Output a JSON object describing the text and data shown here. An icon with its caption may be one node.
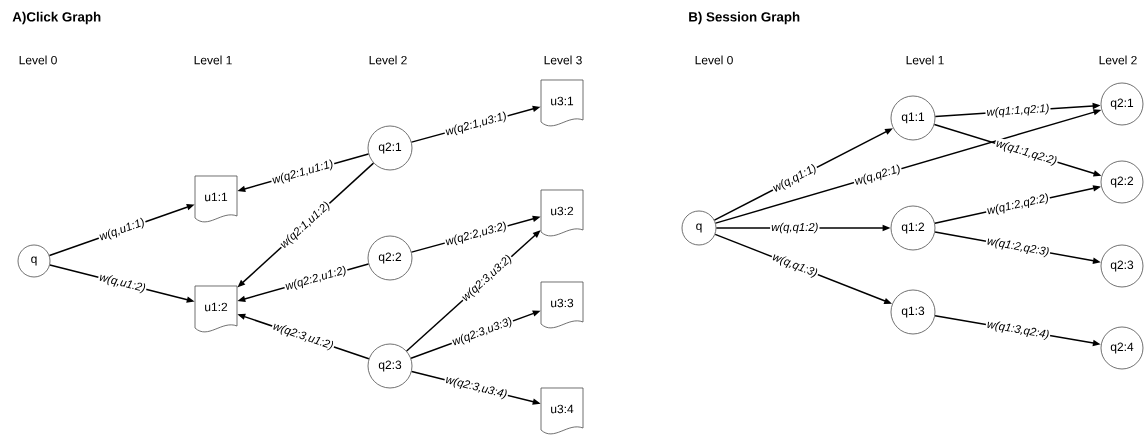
{
  "diagram": {
    "nodes": [
      {
        "text": [
          "q"
        ]
      },
      {
        "text": [
          "u1:1"
        ]
      },
      {
        "text": [
          "u1:2"
        ]
      },
      {
        "text": [
          "q2:1"
        ]
      },
      {
        "text": [
          "q2:2"
        ]
      },
      {
        "text": [
          "q2:3"
        ]
      },
      {
        "text": [
          "u3:1"
        ]
      },
      {
        "text": [
          "u3:2"
        ]
      },
      {
        "text": [
          "u3:3"
        ]
      },
      {
        "text": [
          "u3:4"
        ]
      },
      {
        "text": [
          "q"
        ]
      },
      {
        "text": [
          "q1:1"
        ]
      },
      {
        "text": [
          "q1:2"
        ]
      },
      {
        "text": [
          "q1:3"
        ]
      },
      {
        "text": [
          "q2:1"
        ]
      },
      {
        "text": [
          "q2:2"
        ]
      },
      {
        "text": [
          "q2:3"
        ]
      },
      {
        "text": [
          "q2:4"
        ]
      }
    ],
    "edges": [
      {
        "from": 0,
        "to": 1,
        "arrow": "to",
        "label": "w(q,u1:1)"
      },
      {
        "from": 0,
        "to": 2,
        "arrow": "to",
        "label": "w(q,u1:2)"
      },
      {
        "from": 3,
        "to": 1,
        "arrow": "to",
        "label": "w(q2:1,u1:1)"
      },
      {
        "from": 3,
        "to": 2,
        "arrow": "to",
        "label": "w(q2:1,u1:2)"
      },
      {
        "from": 4,
        "to": 2,
        "arrow": "to",
        "label": "w(q2:2,u1:2)"
      },
      {
        "from": 5,
        "to": 2,
        "arrow": "to",
        "label": "w(q2:3,u1:2)"
      },
      {
        "from": 3,
        "to": 6,
        "arrow": "to",
        "label": "w(q2:1,u3:1)"
      },
      {
        "from": 4,
        "to": 7,
        "arrow": "to",
        "label": "w(q2:2,u3:2)"
      },
      {
        "from": 5,
        "to": 7,
        "arrow": "to",
        "label": "w(q2:3,u3:2)"
      },
      {
        "from": 5,
        "to": 8,
        "arrow": "to",
        "label": "w(q2:3,u3:3)"
      },
      {
        "from": 5,
        "to": 9,
        "arrow": "to",
        "label": "w(q2:3,u3:4)"
      },
      {
        "from": 10,
        "to": 11,
        "arrow": "to",
        "label": "w(q,q1:1)"
      },
      {
        "from": 10,
        "to": 14,
        "arrow": "to",
        "label": "w(q,q2:1)"
      },
      {
        "from": 10,
        "to": 12,
        "arrow": "to",
        "label": "w(q,q1:2)"
      },
      {
        "from": 10,
        "to": 13,
        "arrow": "to",
        "label": "w(q,q1:3)"
      },
      {
        "from": 11,
        "to": 14,
        "arrow": "to",
        "label": "w(q1:1,q2:1)"
      },
      {
        "from": 11,
        "to": 15,
        "arrow": "to",
        "label": "w(q1:1,q2:2)"
      },
      {
        "from": 12,
        "to": 15,
        "arrow": "to",
        "label": "w(q1:2,q2:2)"
      },
      {
        "from": 12,
        "to": 16,
        "arrow": "to",
        "label": "w(q1:2,q2:3)"
      },
      {
        "from": 13,
        "to": 17,
        "arrow": "to",
        "label": "w(q1:3,q2:4)"
      }
    ],
    "labels": [
      "A)Click Graph",
      "Level 0",
      "Level 1",
      "Level 2",
      "Level 3",
      "B) Session Graph",
      "Level 0",
      "Level 1",
      "Level 2"
    ]
  }
}
